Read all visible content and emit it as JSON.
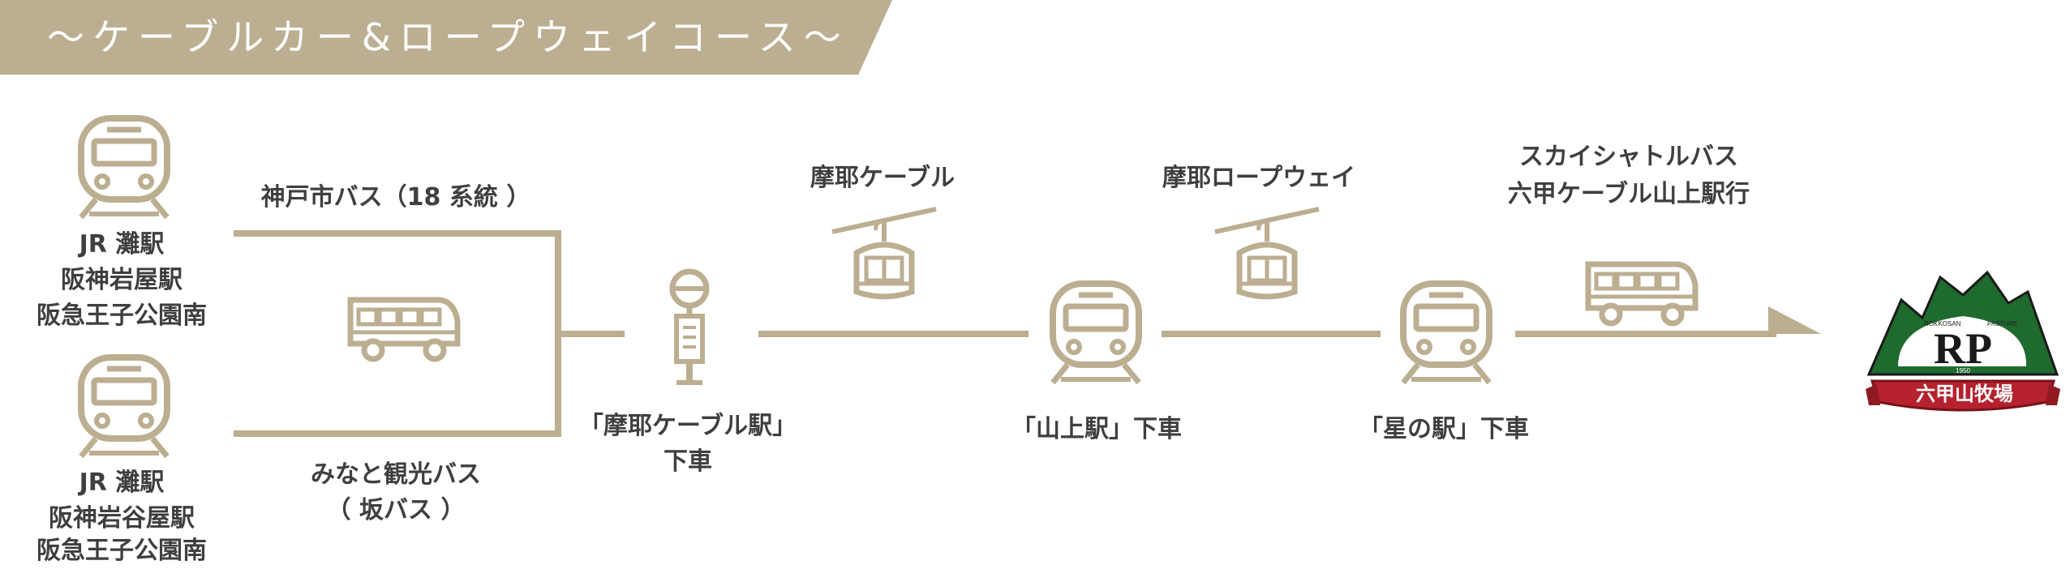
{
  "banner": {
    "title": "〜ケーブルカー&ロープウェイコース〜"
  },
  "colors": {
    "accent": "#bcae91",
    "logo_green": "#1f6a2e",
    "logo_red": "#b5222e"
  },
  "start_top": {
    "line1": "JR 灘駅",
    "line2": "阪神岩屋駅",
    "line3": "阪急王子公園南"
  },
  "start_bottom": {
    "line1": "JR 灘駅",
    "line2": "阪神岩谷屋駅",
    "line3": "阪急王子公園南"
  },
  "bus_top": {
    "label": "神戸市バス（18 系統 ）"
  },
  "bus_bottom": {
    "line1": "みなと観光バス",
    "line2": "（ 坂バス ）"
  },
  "stop1": {
    "line1": "「摩耶ケーブル駅」",
    "line2": "下車"
  },
  "cable": {
    "label": "摩耶ケーブル"
  },
  "stop2": {
    "label": "「山上駅」下車"
  },
  "ropeway": {
    "label": "摩耶ロープウェイ"
  },
  "stop3": {
    "label": "「星の駅」下車"
  },
  "shuttle": {
    "line1": "スカイシャトルバス",
    "line2": "六甲ケーブル山上駅行"
  },
  "logo": {
    "monogram": "RP",
    "side_left": "ROKKOSAN",
    "side_right": "PASTURE",
    "year": "1950",
    "ribbon": "六甲山牧場"
  },
  "icons": [
    "train-icon",
    "bus-icon",
    "bus-stop-icon",
    "gondola-icon",
    "arrow-icon"
  ]
}
